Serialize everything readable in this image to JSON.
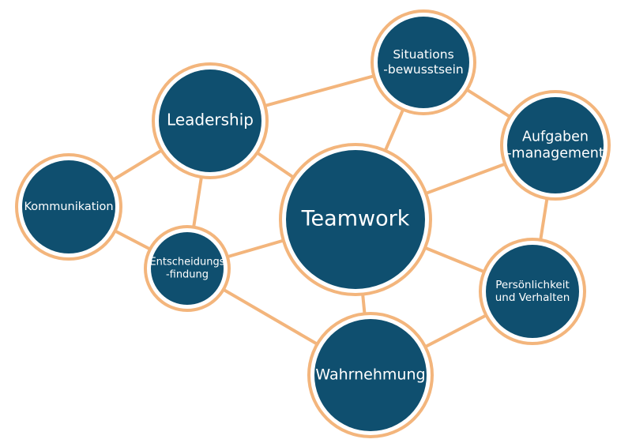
{
  "colors": {
    "node_fill": "#0f4f6f",
    "node_outline": "#f3b57c",
    "edge": "#f3b57c",
    "label_text": "#ffffff",
    "background": "#ffffff"
  },
  "nodes": [
    {
      "id": "teamwork",
      "lines": [
        "Teamwork"
      ]
    },
    {
      "id": "leadership",
      "lines": [
        "Leadership"
      ]
    },
    {
      "id": "situations",
      "lines": [
        "Situations",
        "-bewusstsein"
      ]
    },
    {
      "id": "aufgaben",
      "lines": [
        "Aufgaben",
        "-management"
      ]
    },
    {
      "id": "kommunikation",
      "lines": [
        "Kommunikation"
      ]
    },
    {
      "id": "entscheidung",
      "lines": [
        "Entscheidungs",
        "-findung"
      ]
    },
    {
      "id": "persoenlichkeit",
      "lines": [
        "Persönlichkeit",
        "und Verhalten"
      ]
    },
    {
      "id": "wahrnehmung",
      "lines": [
        "Wahrnehmung"
      ]
    }
  ],
  "edges": [
    [
      "leadership",
      "situations"
    ],
    [
      "leadership",
      "kommunikation"
    ],
    [
      "leadership",
      "teamwork"
    ],
    [
      "leadership",
      "entscheidung"
    ],
    [
      "situations",
      "teamwork"
    ],
    [
      "situations",
      "aufgaben"
    ],
    [
      "aufgaben",
      "teamwork"
    ],
    [
      "aufgaben",
      "persoenlichkeit"
    ],
    [
      "kommunikation",
      "entscheidung"
    ],
    [
      "entscheidung",
      "teamwork"
    ],
    [
      "entscheidung",
      "wahrnehmung"
    ],
    [
      "teamwork",
      "persoenlichkeit"
    ],
    [
      "teamwork",
      "wahrnehmung"
    ],
    [
      "wahrnehmung",
      "persoenlichkeit"
    ]
  ]
}
